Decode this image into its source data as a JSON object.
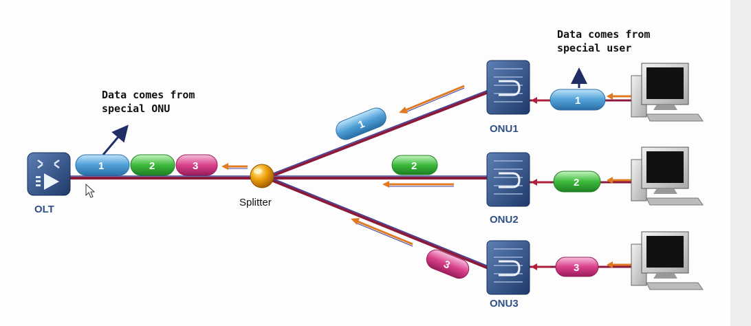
{
  "annotations": {
    "user_note_line1": "Data comes from",
    "user_note_line2": "special user",
    "onu_note_line1": "Data comes from",
    "onu_note_line2": "special ONU"
  },
  "devices": {
    "olt": "OLT",
    "splitter": "Splitter",
    "onu1": "ONU1",
    "onu2": "ONU2",
    "onu3": "ONU3"
  },
  "packets": {
    "p1": "1",
    "p2": "2",
    "p3": "3"
  },
  "colors": {
    "fiber": "#8b1a3a",
    "fiber_highlight": "#3a3f9a",
    "arrow": "#e07a22",
    "device_blue": "#2c4a80",
    "packet_blue": "#4fa0d8",
    "packet_green": "#3cba3c",
    "packet_pink": "#d9428c",
    "splitter": "#f0a20c"
  }
}
